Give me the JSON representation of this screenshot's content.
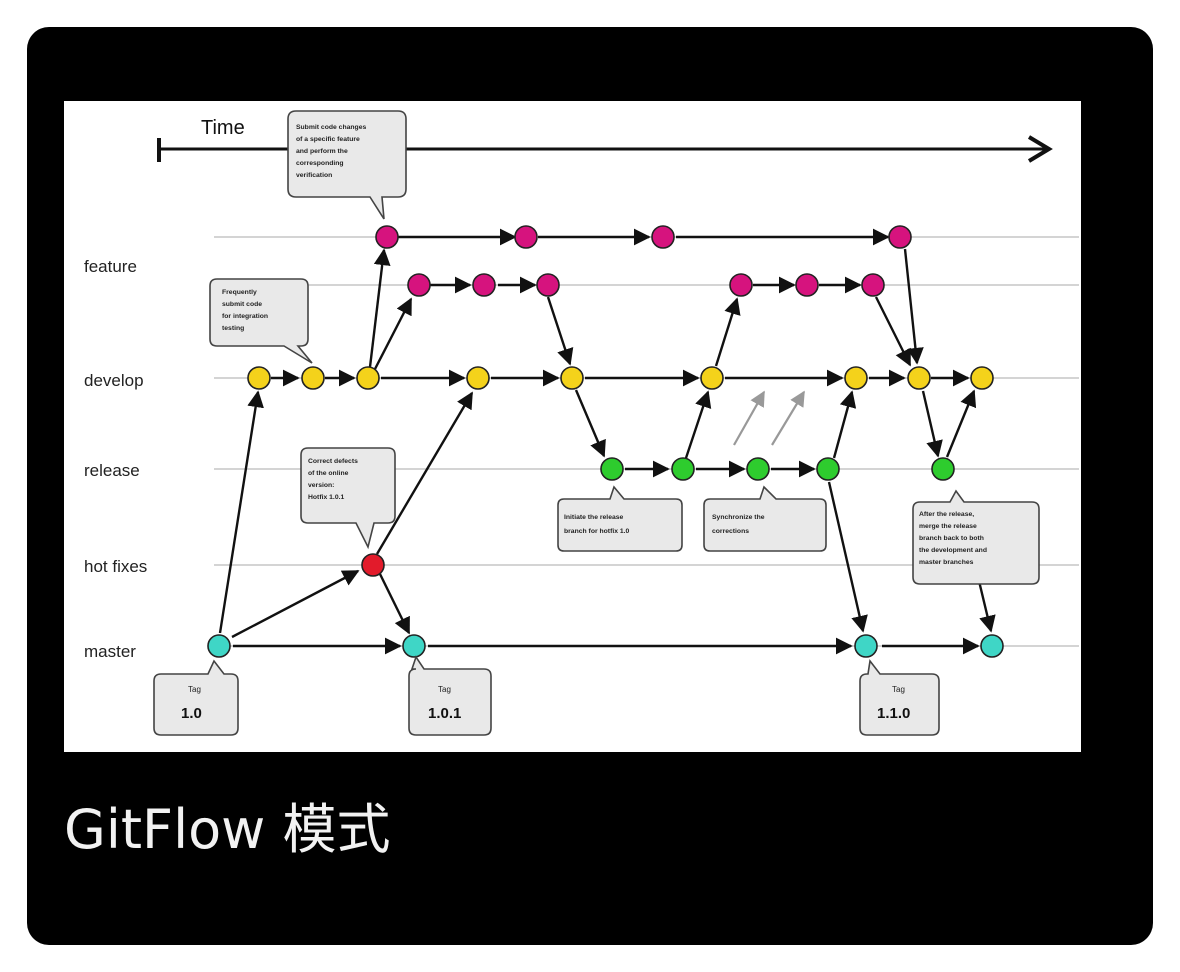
{
  "title": "GitFlow 模式",
  "diagram": {
    "time_label": "Time",
    "lanes": [
      {
        "key": "feature",
        "label": "feature"
      },
      {
        "key": "develop",
        "label": "develop"
      },
      {
        "key": "release",
        "label": "release"
      },
      {
        "key": "hotfix",
        "label": "hot fixes"
      },
      {
        "key": "master",
        "label": "master"
      }
    ],
    "notes": [
      {
        "key": "feature-note",
        "lines": [
          "Submit code changes",
          "of a specific feature",
          "and perform the",
          "corresponding",
          "verification"
        ]
      },
      {
        "key": "develop-note",
        "lines": [
          "Frequently",
          "submit code",
          "for integration",
          "testing"
        ]
      },
      {
        "key": "hotfix-note",
        "lines": [
          "Correct defects",
          "of the online",
          "version:",
          "Hotfix 1.0.1"
        ]
      },
      {
        "key": "release-init-note",
        "lines": [
          "Initiate the release",
          "branch for hotfix 1.0"
        ]
      },
      {
        "key": "sync-note",
        "lines": [
          "Synchronize the",
          "corrections"
        ]
      },
      {
        "key": "merge-note",
        "lines": [
          "After the release,",
          "merge the release",
          "branch back to both",
          "the development and",
          "master branches"
        ]
      }
    ],
    "tags": [
      {
        "key": "tag-1-0",
        "small": "Tag",
        "version": "1.0"
      },
      {
        "key": "tag-1-0-1",
        "small": "Tag",
        "version": "1.0.1"
      },
      {
        "key": "tag-1-1-0",
        "small": "Tag",
        "version": "1.1.0"
      }
    ],
    "colors": {
      "feature": "#d6137e",
      "develop": "#f4d21b",
      "release": "#2ecc2e",
      "hotfix": "#e21b2b",
      "master": "#3fd6c6"
    }
  }
}
